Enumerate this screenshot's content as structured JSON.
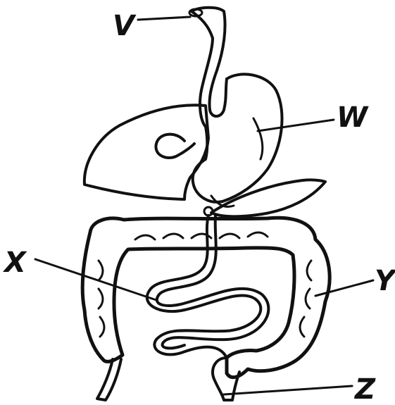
{
  "labels": {
    "v": "V",
    "w": "W",
    "x": "X",
    "y": "Y",
    "z": "Z"
  },
  "colors": {
    "ink": "#111111",
    "paper": "#ffffff",
    "stipple": "#6a6a6a"
  }
}
